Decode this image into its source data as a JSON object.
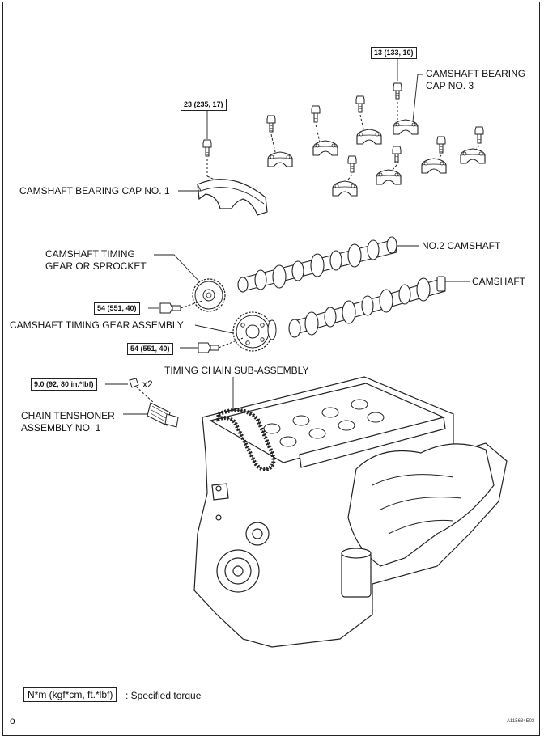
{
  "torque": {
    "cap3": "13 (133, 10)",
    "cap1": "23 (235, 17)",
    "sprocket": "54 (551, 40)",
    "gear_assembly": "54 (551, 40)",
    "tensioner": "9.0 (92, 80 in.*lbf)"
  },
  "labels": {
    "cap3_line1": "CAMSHAFT BEARING",
    "cap3_line2": "CAP NO. 3",
    "cap1": "CAMSHAFT BEARING CAP NO. 1",
    "sprocket_line1": "CAMSHAFT TIMING",
    "sprocket_line2": "GEAR OR SPROCKET",
    "no2_camshaft": "NO.2 CAMSHAFT",
    "camshaft": "CAMSHAFT",
    "gear_assembly": "CAMSHAFT TIMING GEAR ASSEMBLY",
    "timing_chain": "TIMING CHAIN SUB-ASSEMBLY",
    "tensioner_line1": "CHAIN TENSHONER",
    "tensioner_line2": "ASSEMBLY NO. 1",
    "x2": "x2"
  },
  "legend": {
    "units": "N*m (kgf*cm, ft.*lbf)",
    "desc": ": Specified torque"
  },
  "footer": {
    "left": "o",
    "code": "A115684E03"
  }
}
